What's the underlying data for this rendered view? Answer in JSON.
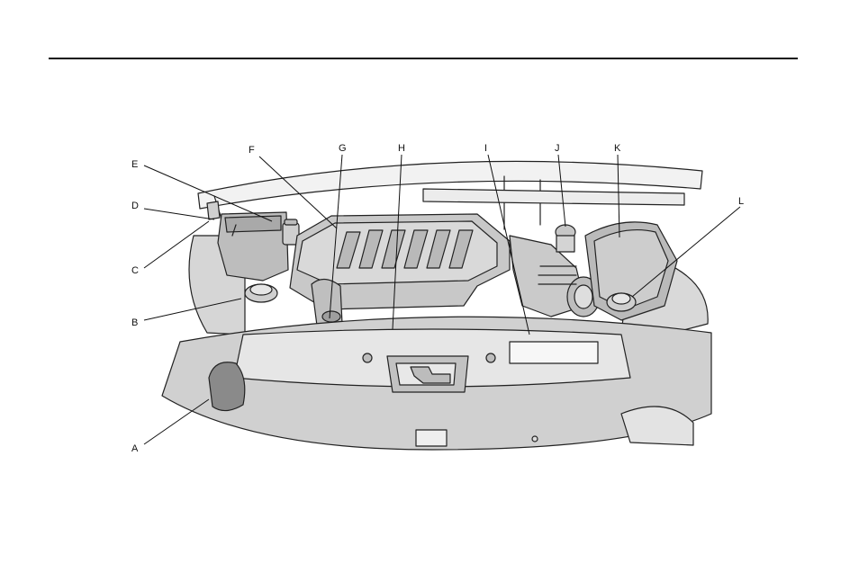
{
  "diagram": {
    "callouts": {
      "A": "A",
      "B": "B",
      "C": "C",
      "D": "D",
      "E": "E",
      "F": "F",
      "G": "G",
      "H": "H",
      "I": "I",
      "J": "J",
      "K": "K",
      "L": "L"
    }
  }
}
